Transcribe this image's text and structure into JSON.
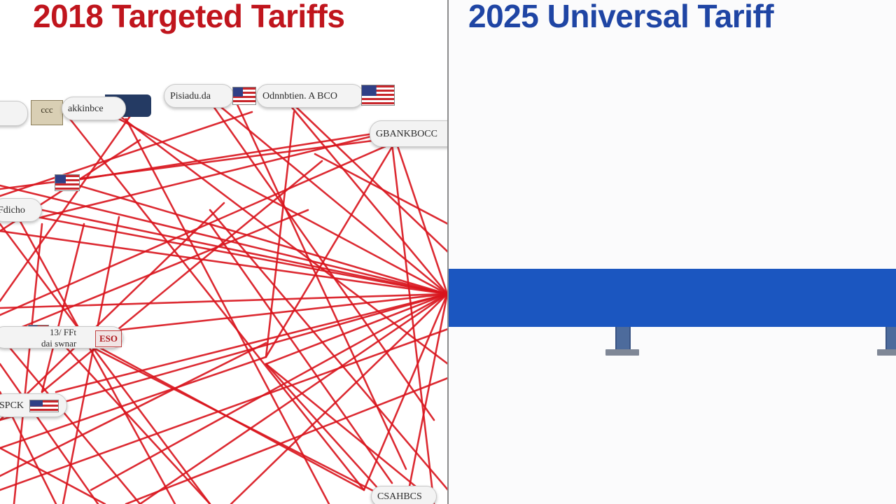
{
  "left_panel": {
    "title": "2018 Targeted Tariffs",
    "title_color": "#c0151d",
    "line_color": "#d9141c",
    "labels": {
      "top_left_tag": "ccc",
      "top_left_pill": "akkinbce",
      "top_center_pill": "Pisiadu.da",
      "top_right_pill": "Odnnbtien. A BCO",
      "right_pill": "GBANKBOCC",
      "mid_left_pill": "Fdicho",
      "lower_left_pill_top": "13/ FFt",
      "lower_left_pill_bottom": "dai swnar",
      "lower_left_tag": "ESO",
      "bottom_left_pill": "SPCK",
      "bottom_right_pill": "CSAHBCS"
    }
  },
  "right_panel": {
    "title": "2025 Universal Tariff",
    "title_color": "#1f45a4",
    "wall_color": "#1b56c0"
  }
}
